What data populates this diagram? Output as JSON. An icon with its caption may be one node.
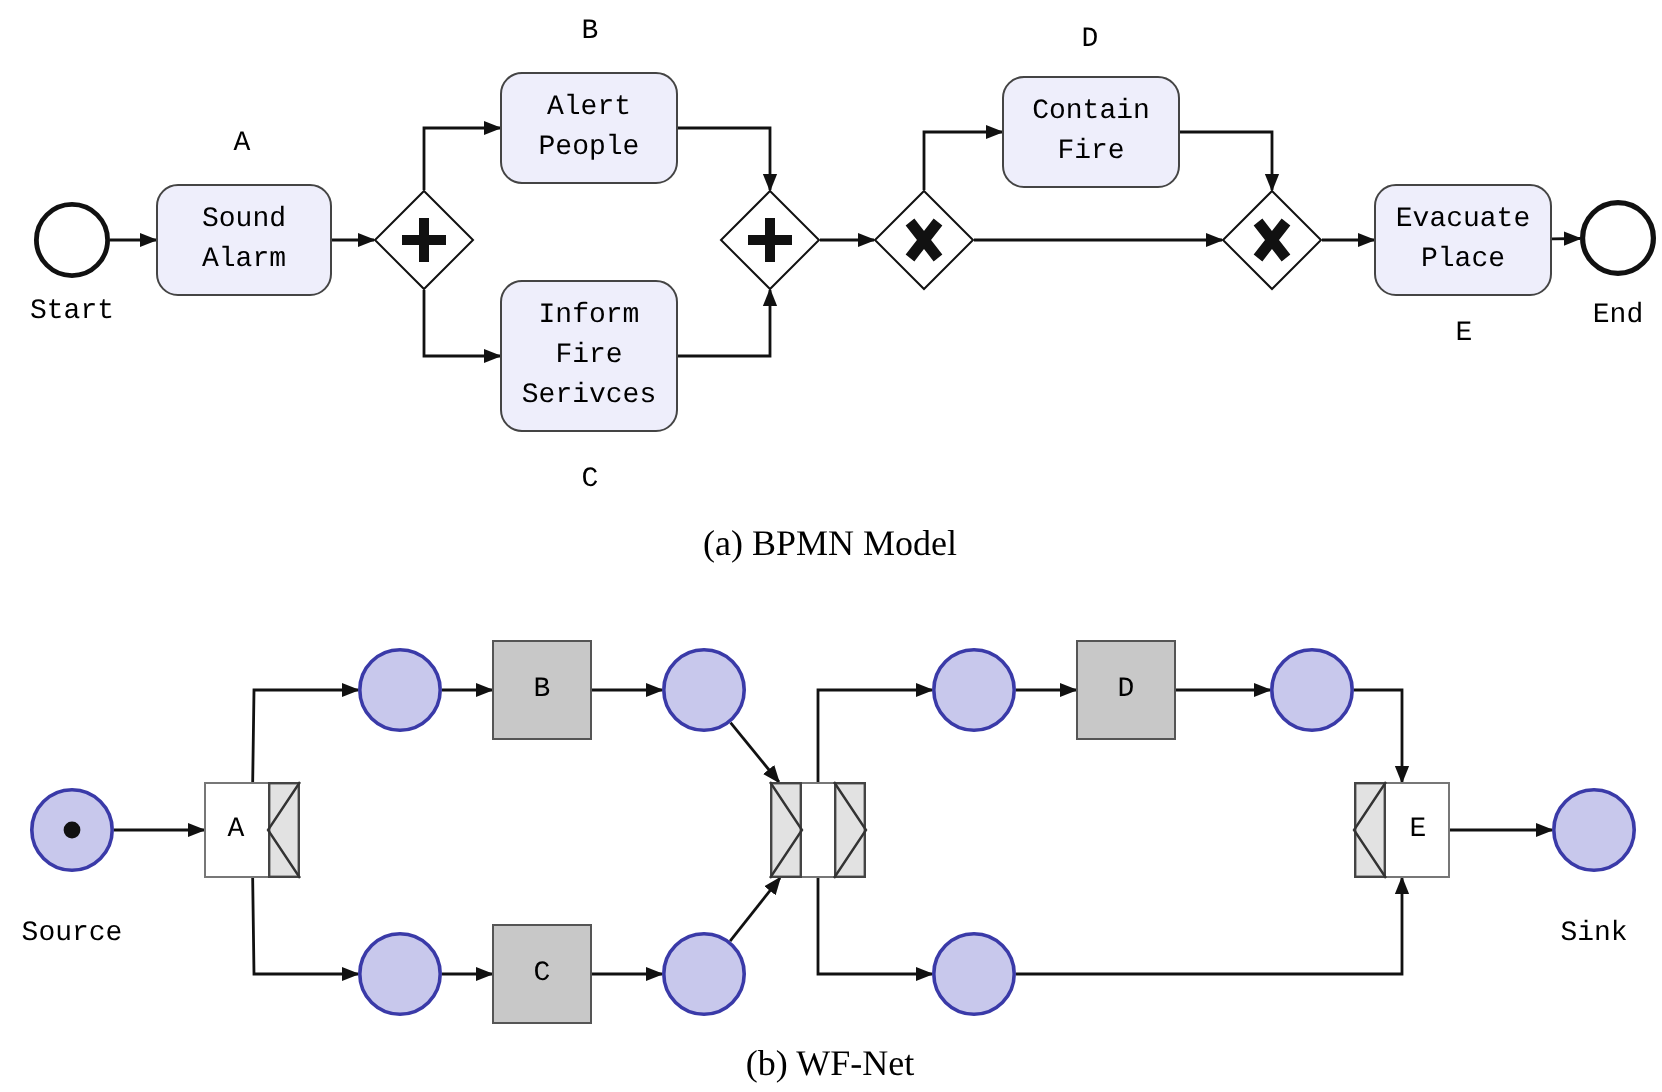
{
  "diagram": {
    "nodes": [
      {
        "text": [],
        "shape": "circle",
        "beside": [
          "Start"
        ]
      },
      {
        "text": [
          "Sound Alarm"
        ],
        "beside": [
          "A"
        ]
      },
      {
        "text": [],
        "shape": "diamond"
      },
      {
        "text": [
          "Alert People"
        ],
        "beside": [
          "B"
        ]
      },
      {
        "text": [
          "Inform Fire Serivces"
        ],
        "beside": [
          "C"
        ]
      },
      {
        "text": [],
        "shape": "diamond"
      },
      {
        "text": [],
        "shape": "diamond"
      },
      {
        "text": [
          "Contain Fire"
        ],
        "beside": [
          "D"
        ]
      },
      {
        "text": [],
        "shape": "diamond"
      },
      {
        "text": [
          "Evacuate Place"
        ],
        "beside": [
          "E"
        ]
      },
      {
        "text": [],
        "shape": "circle",
        "beside": [
          "End"
        ]
      },
      {
        "text": [],
        "shape": "circle",
        "beside": [
          "Source"
        ]
      },
      {
        "text": [
          "A"
        ]
      },
      {
        "text": [],
        "shape": "circle"
      },
      {
        "text": [
          "B"
        ]
      },
      {
        "text": [],
        "shape": "circle"
      },
      {
        "text": [],
        "shape": "circle"
      },
      {
        "text": [
          "C"
        ]
      },
      {
        "text": [],
        "shape": "circle"
      },
      {
        "text": [],
        "shape": "box"
      },
      {
        "text": [],
        "shape": "circle"
      },
      {
        "text": [
          "D"
        ]
      },
      {
        "text": [],
        "shape": "circle"
      },
      {
        "text": [],
        "shape": "circle"
      },
      {
        "text": [
          "E"
        ]
      },
      {
        "text": [],
        "shape": "circle",
        "beside": [
          "Sink"
        ]
      }
    ],
    "edges": [
      {
        "from": 0,
        "to": 1,
        "arrow": "to"
      },
      {
        "from": 1,
        "to": 2,
        "arrow": "to"
      },
      {
        "from": 2,
        "to": 3,
        "arrow": "to"
      },
      {
        "from": 2,
        "to": 4,
        "arrow": "to"
      },
      {
        "from": 3,
        "to": 5,
        "arrow": "to"
      },
      {
        "from": 4,
        "to": 5,
        "arrow": "to"
      },
      {
        "from": 5,
        "to": 6,
        "arrow": "to"
      },
      {
        "from": 6,
        "to": 7,
        "arrow": "to"
      },
      {
        "from": 6,
        "to": 8,
        "arrow": "to"
      },
      {
        "from": 7,
        "to": 8,
        "arrow": "to"
      },
      {
        "from": 8,
        "to": 9,
        "arrow": "to"
      },
      {
        "from": 9,
        "to": 10,
        "arrow": "to"
      },
      {
        "from": 11,
        "to": 12,
        "arrow": "to"
      },
      {
        "from": 12,
        "to": 13,
        "arrow": "to"
      },
      {
        "from": 12,
        "to": 16,
        "arrow": "to"
      },
      {
        "from": 13,
        "to": 14,
        "arrow": "to"
      },
      {
        "from": 14,
        "to": 15,
        "arrow": "to"
      },
      {
        "from": 16,
        "to": 17,
        "arrow": "to"
      },
      {
        "from": 17,
        "to": 18,
        "arrow": "to"
      },
      {
        "from": 15,
        "to": 19,
        "arrow": "to"
      },
      {
        "from": 18,
        "to": 19,
        "arrow": "to"
      },
      {
        "from": 19,
        "to": 20,
        "arrow": "to"
      },
      {
        "from": 19,
        "to": 23,
        "arrow": "to"
      },
      {
        "from": 20,
        "to": 21,
        "arrow": "to"
      },
      {
        "from": 21,
        "to": 22,
        "arrow": "to"
      },
      {
        "from": 22,
        "to": 24,
        "arrow": "to"
      },
      {
        "from": 23,
        "to": 24,
        "arrow": "to"
      },
      {
        "from": 24,
        "to": 25,
        "arrow": "to"
      }
    ],
    "labels": [
      "(a) BPMN Model",
      "(b) WF-Net"
    ]
  }
}
